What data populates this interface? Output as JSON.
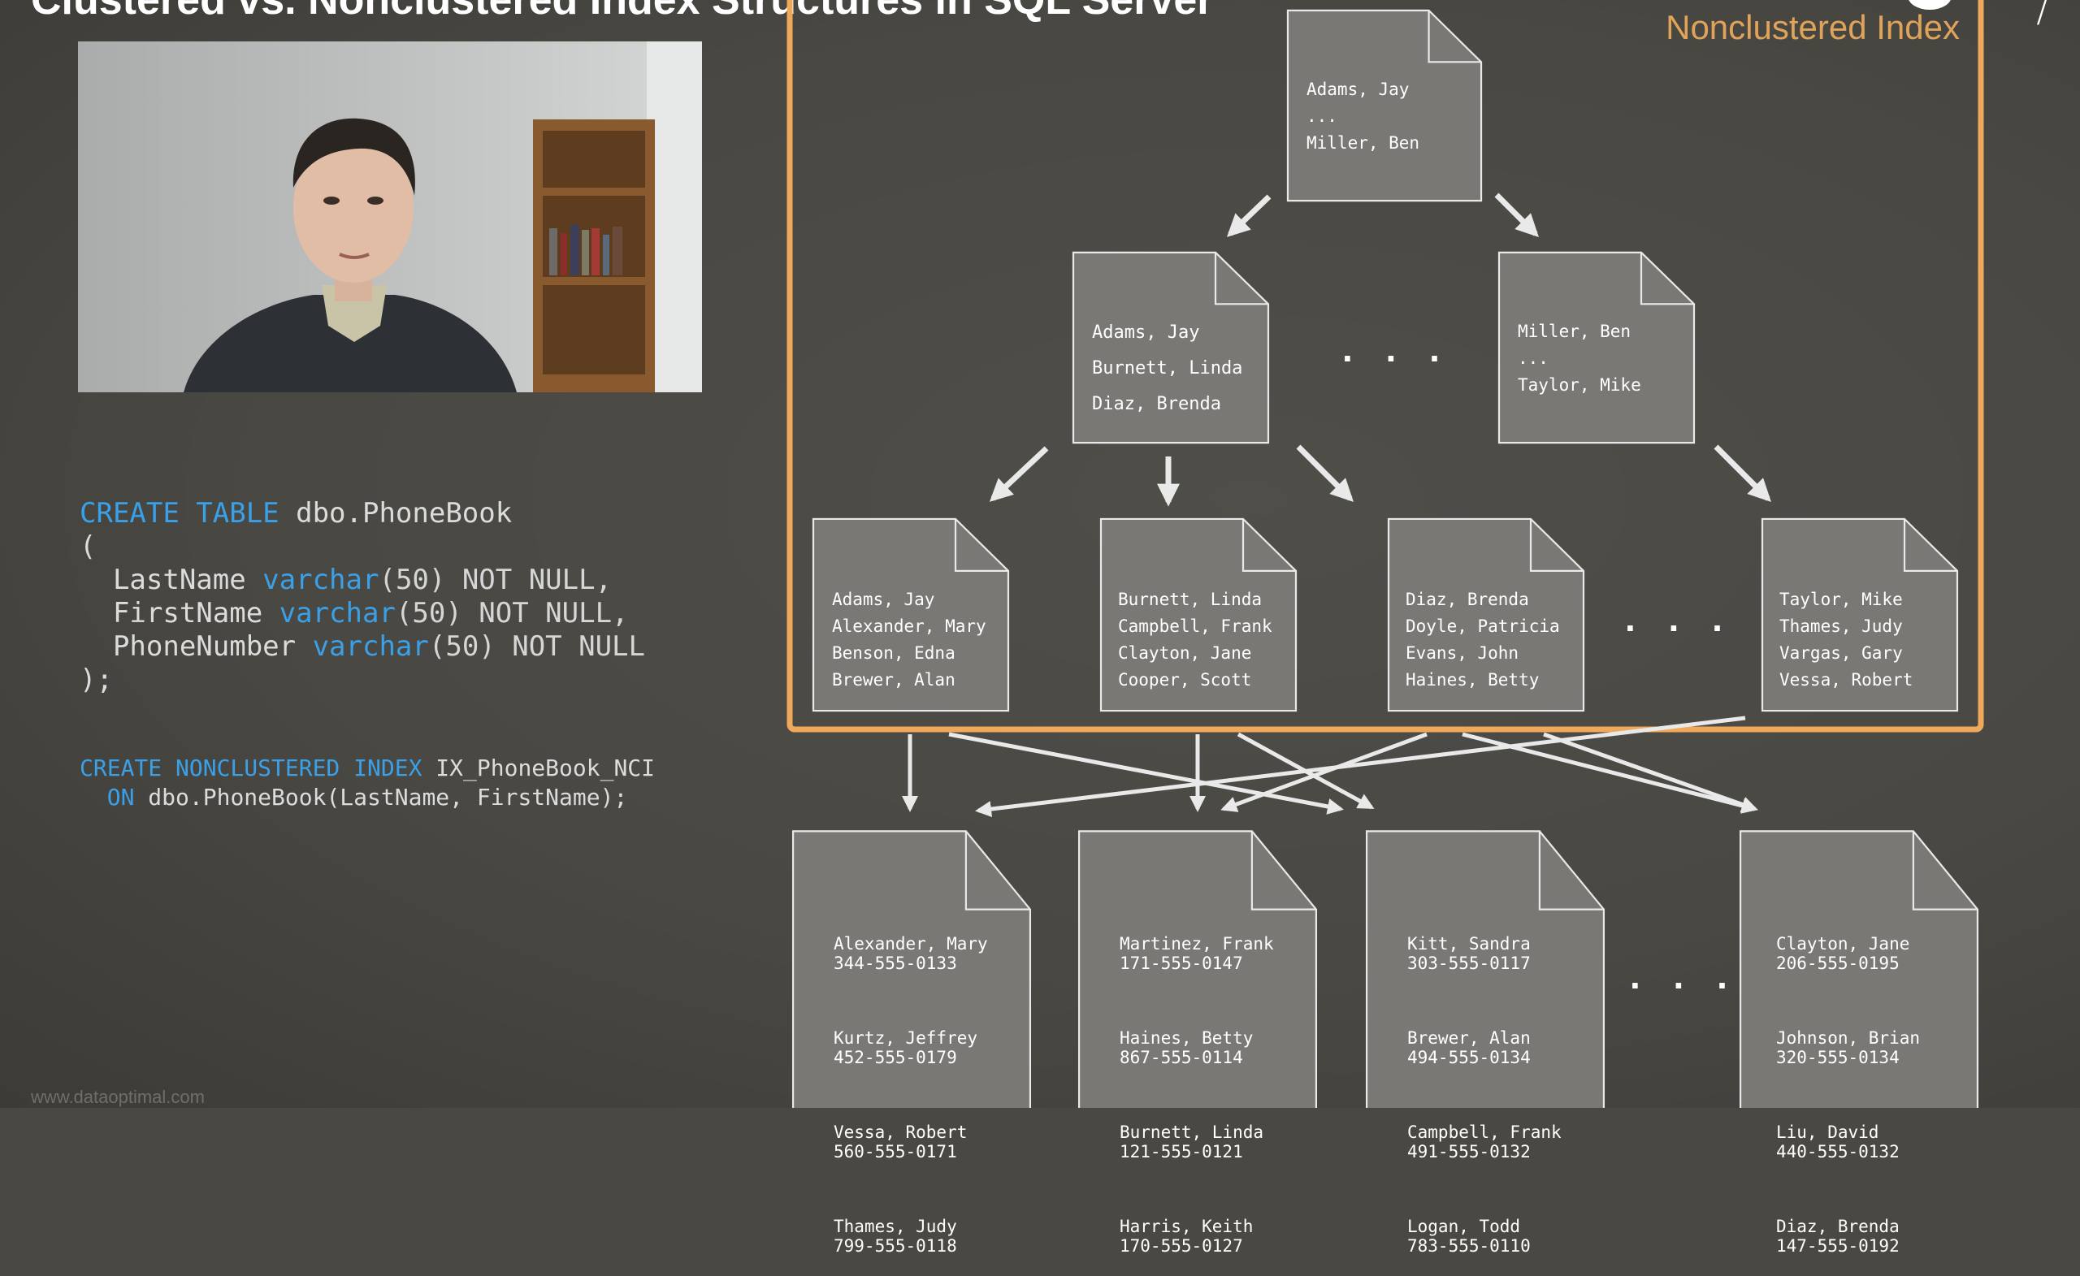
{
  "title": "Clustered vs. Nonclustered Index Structures in SQL Server",
  "watermark": "www.dataoptimal.com",
  "colors": {
    "background": "#4a4843",
    "keyword": "#3aa0e8",
    "index_border": "#f0a95a",
    "node_fill": "#7a7874",
    "node_border": "#e9e9e9"
  },
  "code": {
    "create_table": {
      "kw1": "CREATE TABLE",
      "name": " dbo.PhoneBook",
      "open": "(",
      "c1_name": "  LastName ",
      "c1_type": "varchar",
      "c1_rest": "(50) NOT NULL,",
      "c2_name": "  FirstName ",
      "c2_type": "varchar",
      "c2_rest": "(50) NOT NULL,",
      "c3_name": "  PhoneNumber ",
      "c3_type": "varchar",
      "c3_rest": "(50) NOT NULL",
      "close": ");"
    },
    "create_index": {
      "kw1": "CREATE NONCLUSTERED INDEX",
      "name": " IX_PhoneBook_NCI",
      "kw2": "  ON",
      "rest": " dbo.PhoneBook(LastName, FirstName);"
    }
  },
  "diagram": {
    "label": "Nonclustered Index",
    "root": {
      "lines": "Adams, Jay\n...\nMiller, Ben"
    },
    "intermediate": [
      {
        "lines": "Adams, Jay\nBurnett, Linda\nDiaz, Brenda"
      },
      {
        "lines": "Miller, Ben\n...\nTaylor, Mike"
      }
    ],
    "leaf": [
      {
        "lines": "Adams, Jay\nAlexander, Mary\nBenson, Edna\nBrewer, Alan"
      },
      {
        "lines": "Burnett, Linda\nCampbell, Frank\nClayton, Jane\nCooper, Scott"
      },
      {
        "lines": "Diaz, Brenda\nDoyle, Patricia\nEvans, John\nHaines, Betty"
      },
      {
        "lines": "Taylor, Mike\nThames, Judy\nVargas, Gary\nVessa, Robert"
      }
    ],
    "data_pages": [
      {
        "entries": [
          {
            "name": "Alexander, Mary",
            "phone": "344-555-0133"
          },
          {
            "name": "Kurtz, Jeffrey",
            "phone": "452-555-0179"
          },
          {
            "name": "Vessa, Robert",
            "phone": "560-555-0171"
          },
          {
            "name": "Thames, Judy",
            "phone": "799-555-0118"
          }
        ]
      },
      {
        "entries": [
          {
            "name": "Martinez, Frank",
            "phone": "171-555-0147"
          },
          {
            "name": "Haines, Betty",
            "phone": "867-555-0114"
          },
          {
            "name": "Burnett, Linda",
            "phone": "121-555-0121"
          },
          {
            "name": "Harris, Keith",
            "phone": "170-555-0127"
          }
        ]
      },
      {
        "entries": [
          {
            "name": "Kitt, Sandra",
            "phone": "303-555-0117"
          },
          {
            "name": "Brewer, Alan",
            "phone": "494-555-0134"
          },
          {
            "name": "Campbell, Frank",
            "phone": "491-555-0132"
          },
          {
            "name": "Logan, Todd",
            "phone": "783-555-0110"
          }
        ]
      },
      {
        "entries": [
          {
            "name": "Clayton, Jane",
            "phone": "206-555-0195"
          },
          {
            "name": "Johnson, Brian",
            "phone": "320-555-0134"
          },
          {
            "name": "Liu, David",
            "phone": "440-555-0132"
          },
          {
            "name": "Diaz, Brenda",
            "phone": "147-555-0192"
          }
        ]
      }
    ],
    "ellipsis": ". . ."
  }
}
